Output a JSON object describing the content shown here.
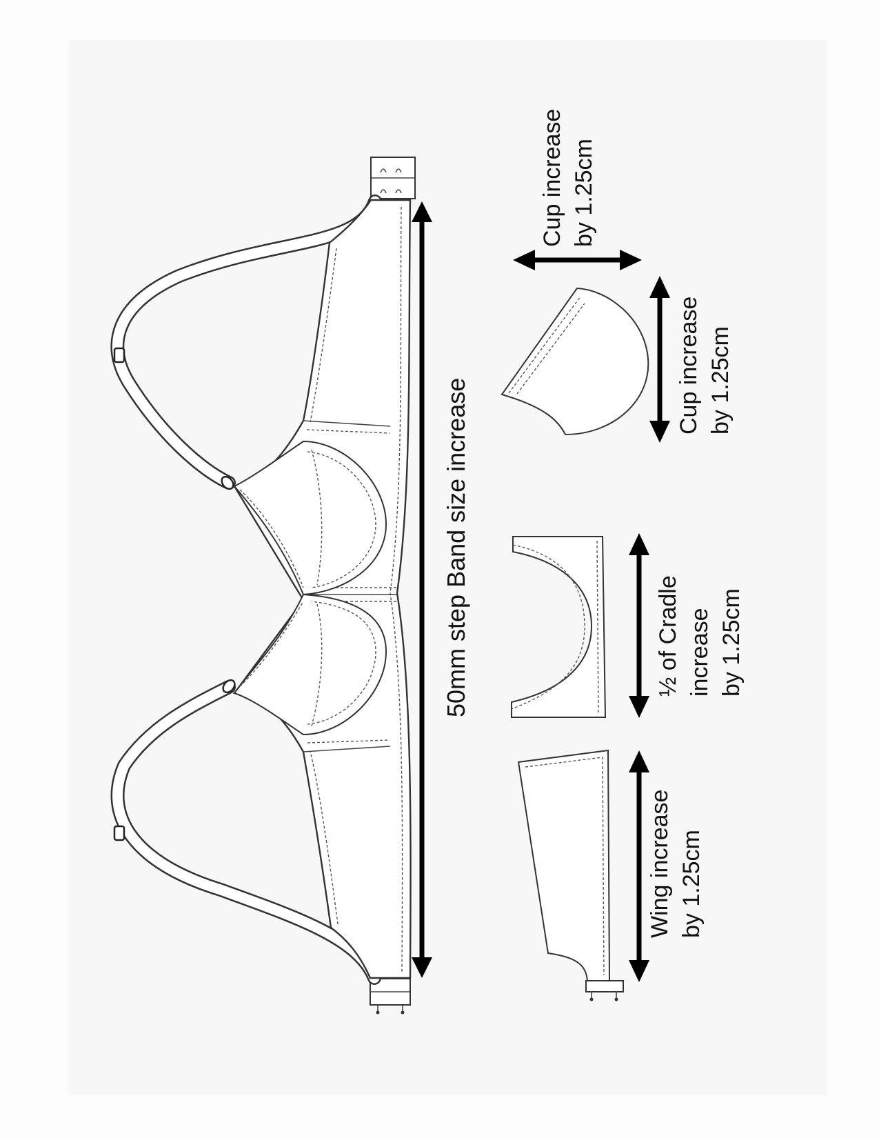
{
  "labels": {
    "band": "50mm step Band size increase",
    "cup_top_line1": "Cup increase",
    "cup_top_line2": "by 1.25cm",
    "cup_right_line1": "Cup increase",
    "cup_right_line2": "by 1.25cm",
    "cradle_line1": "½ of Cradle",
    "cradle_line2": "increase",
    "cradle_line3": "by 1.25cm",
    "wing_line1": "Wing increase",
    "wing_line2": "by 1.25cm"
  },
  "colors": {
    "background": "#f7f7f7",
    "line": "#333333",
    "arrow": "#000000"
  }
}
